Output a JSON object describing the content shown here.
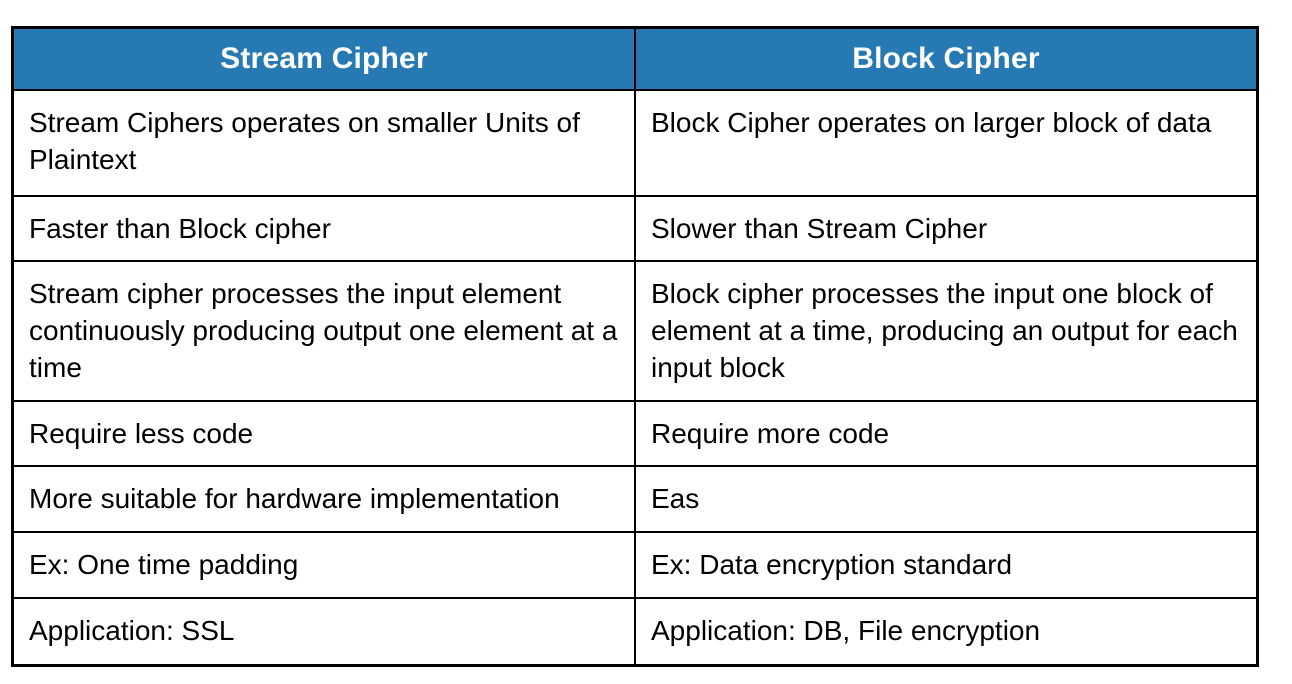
{
  "page": {
    "background_color": "#FFFFFF"
  },
  "table": {
    "title": "Stream Cipher vs Block Cipher comparison table",
    "header_bg_color": "#2779B4",
    "header_text_color": "#FFFFFF",
    "border_color": "#000000",
    "body_text_color": "#000000",
    "columns": [
      {
        "label": "Stream Cipher"
      },
      {
        "label": "Block Cipher"
      }
    ],
    "rows": [
      {
        "stream": "Stream Ciphers operates on smaller Units of Plaintext",
        "block": "Block Cipher operates on larger block of data"
      },
      {
        "stream": "Faster than Block cipher",
        "block": "Slower than Stream Cipher"
      },
      {
        "stream": "Stream cipher processes the input element continuously producing output one element at a time",
        "block": "Block cipher processes the input one block of element at a time, producing an output for each input block"
      },
      {
        "stream": "Require less code",
        "block": "Require more code"
      },
      {
        "stream": "More suitable for hardware implementation",
        "block": "Eas"
      },
      {
        "stream": "Ex: One time padding",
        "block": "Ex: Data encryption standard"
      },
      {
        "stream": "Application: SSL",
        "block": "Application: DB, File encryption"
      }
    ]
  }
}
